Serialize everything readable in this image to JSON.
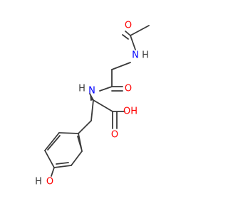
{
  "molecule": {
    "atoms": {
      "acetyl_o": "O",
      "amide1_n": "N",
      "amide1_h": "H",
      "amide2_n": "N",
      "amide2_h": "H",
      "amide2_o": "O",
      "acid_oh": "OH",
      "acid_o": "O",
      "phenol_o": "O",
      "phenol_h": "H"
    },
    "colors": {
      "bond": "#3a3a3a",
      "oxygen": "#ff0000",
      "nitrogen": "#0000ff",
      "hydrogen": "#3a3a3a"
    }
  }
}
